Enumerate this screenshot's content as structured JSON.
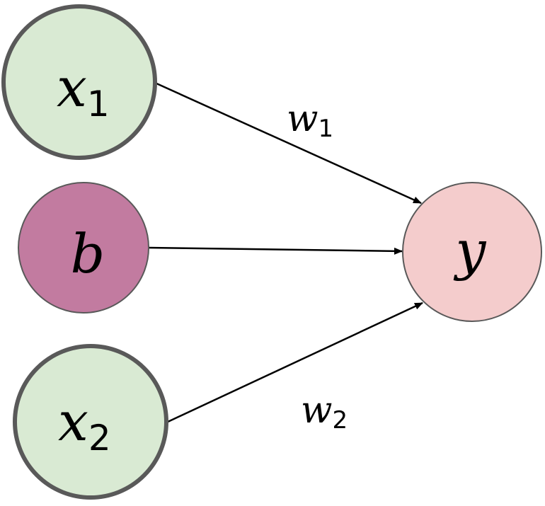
{
  "nodes": {
    "x1": {
      "label": "x",
      "sub": "1",
      "fill": "#d9ead3",
      "stroke": "#595959"
    },
    "b": {
      "label": "b",
      "fill": "#c27ba0",
      "stroke": "#595959"
    },
    "x2": {
      "label": "x",
      "sub": "2",
      "fill": "#d9ead3",
      "stroke": "#595959"
    },
    "y": {
      "label": "y",
      "fill": "#f4cccc",
      "stroke": "#595959"
    }
  },
  "edges": {
    "w1": {
      "label": "w",
      "sub": "1"
    },
    "w2": {
      "label": "w",
      "sub": "2"
    }
  },
  "colors": {
    "edge": "#000000"
  }
}
